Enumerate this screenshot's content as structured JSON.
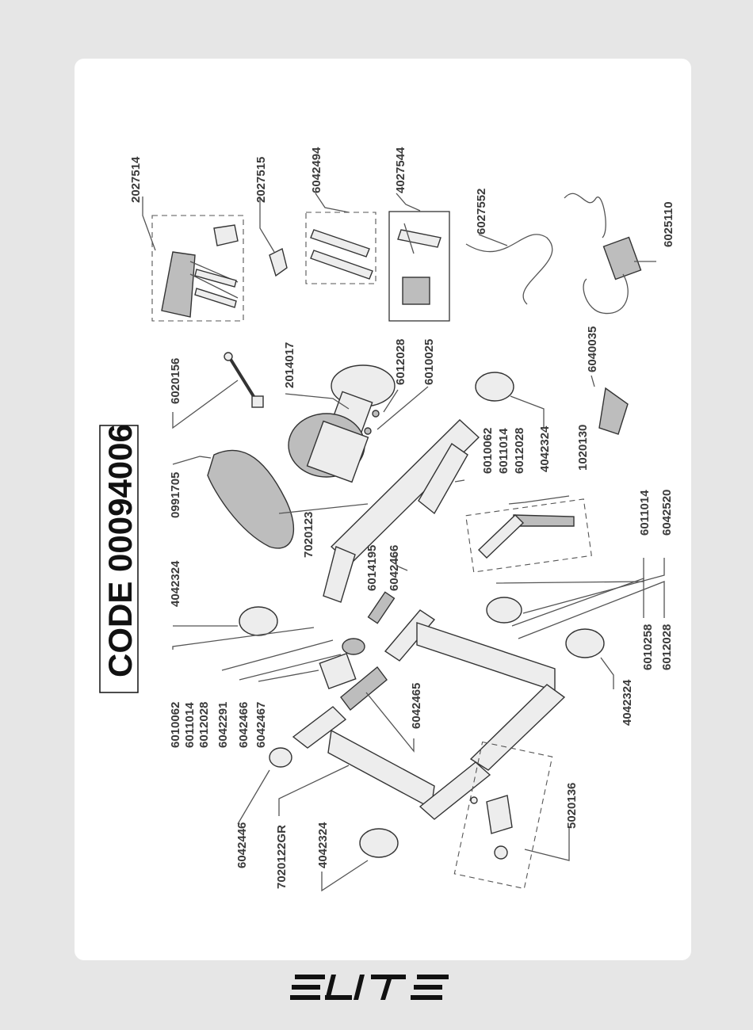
{
  "title": "CODE 00094006",
  "brand": "ELITE",
  "colors": {
    "background": "#e6e6e6",
    "sheet": "#ffffff",
    "ink": "#3a3a3a",
    "part_fill": "#ededed"
  },
  "parts": {
    "p2027514": "2027514",
    "p2027515": "2027515",
    "p6042494": "6042494",
    "p4027544": "4027544",
    "p6027552": "6027552",
    "p6025110": "6025110",
    "p6020156": "6020156",
    "p2014017": "2014017",
    "p6012028a": "6012028",
    "p6010025": "6010025",
    "p6040035": "6040035",
    "p0991705": "0991705",
    "p7020123": "7020123",
    "p6014195": "6014195",
    "p6042466a": "6042466",
    "p6010062a": "6010062",
    "p6011014a": "6011014",
    "p6012028b": "6012028",
    "p4042324a": "4042324",
    "p1020130": "1020130",
    "p6011014b": "6011014",
    "p6042520": "6042520",
    "p6010258": "6010258",
    "p6012028c": "6012028",
    "p4042324b": "4042324",
    "p4042324c": "4042324",
    "p6010062b": "6010062",
    "p6011014c": "6011014",
    "p6012028d": "6012028",
    "p6042291": "6042291",
    "p6042466b": "6042466",
    "p6042467": "6042467",
    "p6042465": "6042465",
    "p6042446": "6042446",
    "p7020122GR": "7020122GR",
    "p4042324d": "4042324",
    "p5020136": "5020136"
  }
}
